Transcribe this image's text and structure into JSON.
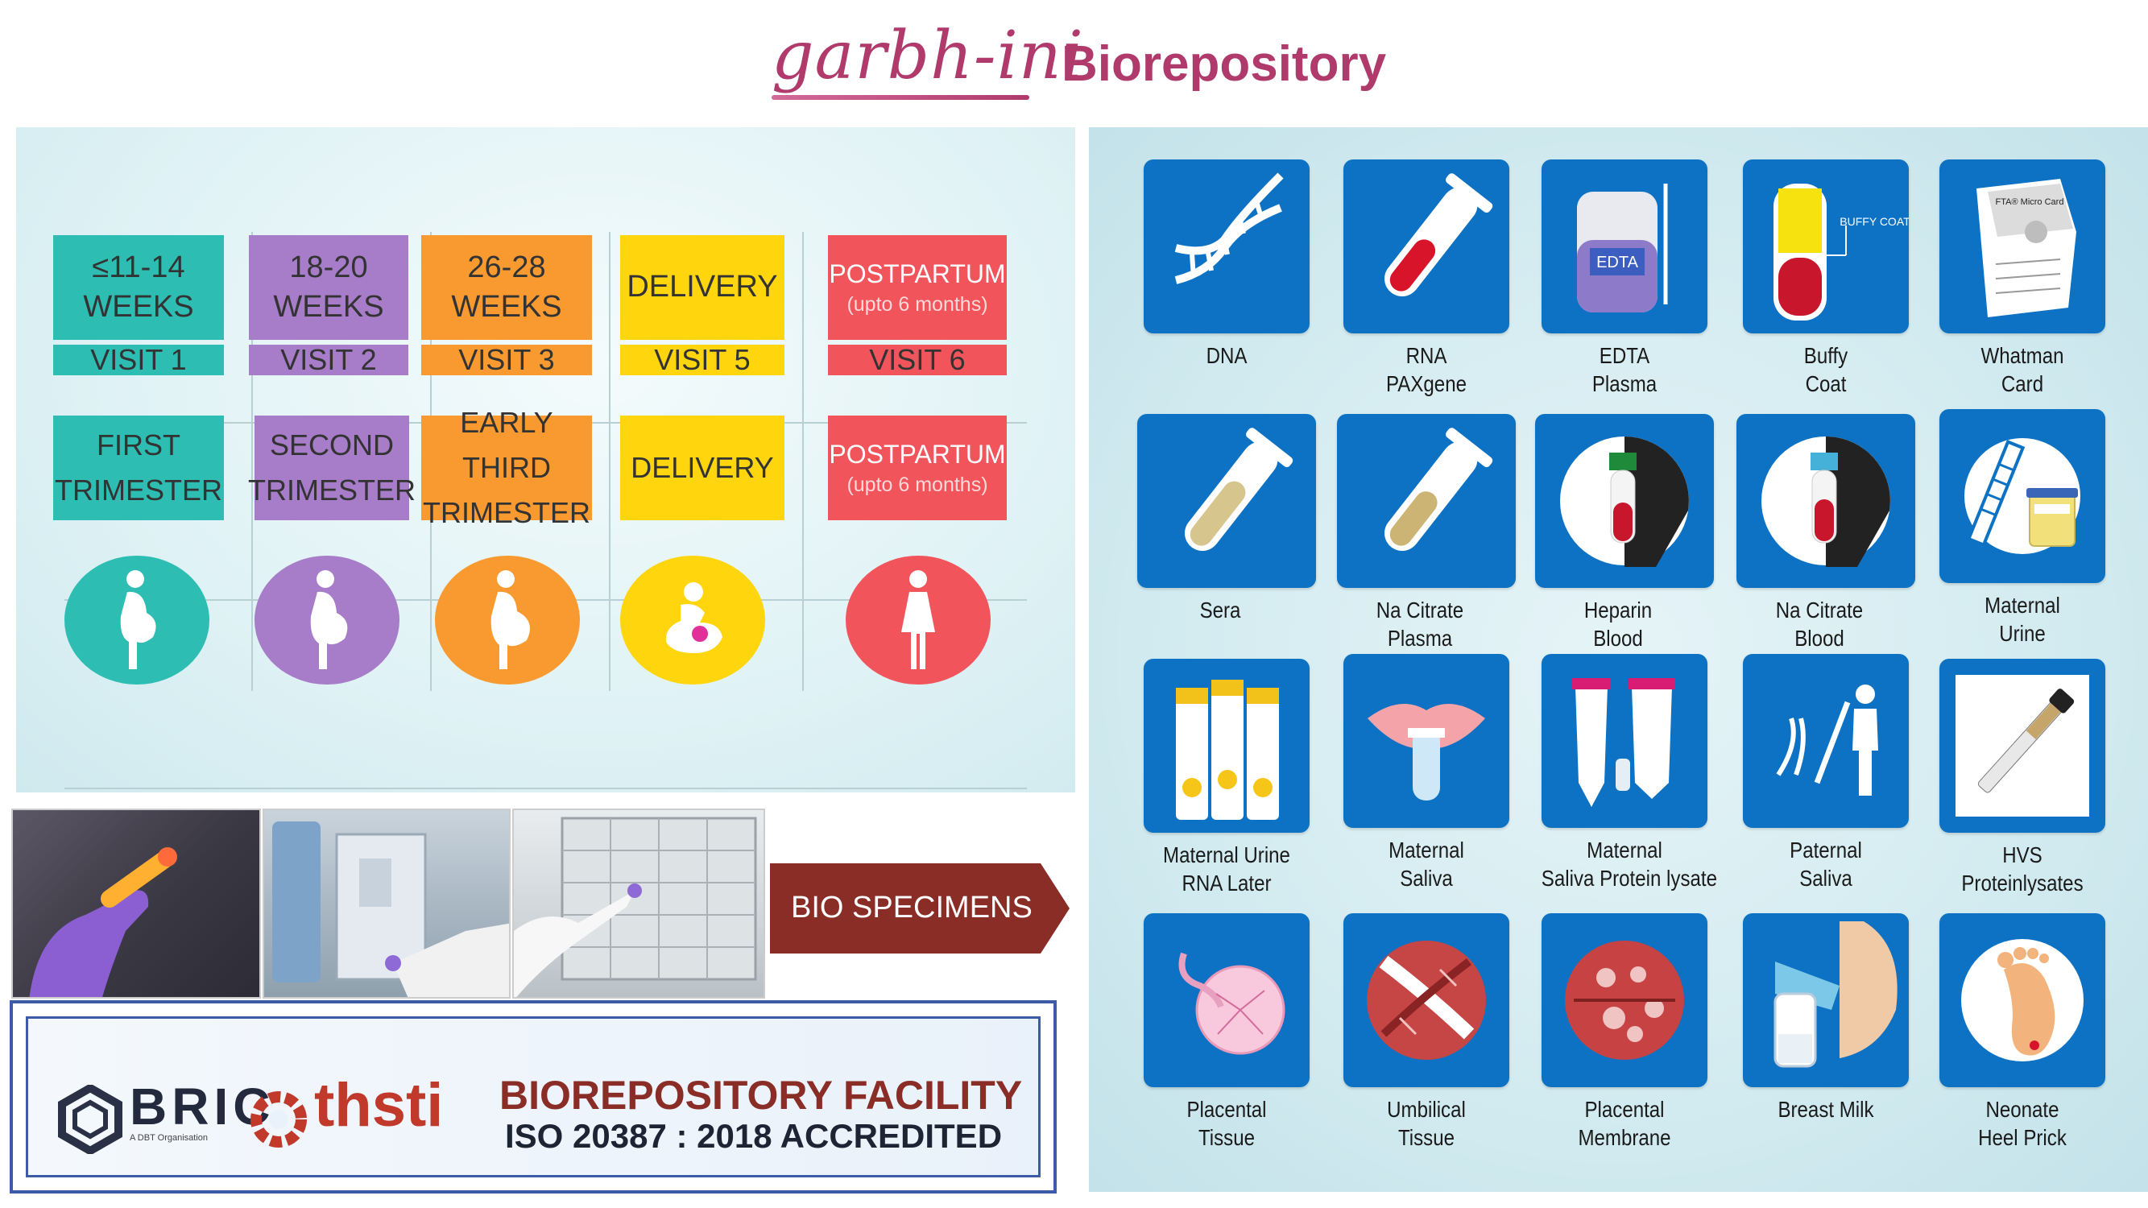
{
  "header": {
    "brand_logo": "garbh-ini",
    "title": "Biorepository"
  },
  "schedule": {
    "visits": [
      {
        "weeks_line1": "≤11-14",
        "weeks_line2": "WEEKS",
        "visit": "VISIT 1",
        "stage_line1": "FIRST",
        "stage_line2": "TRIMESTER",
        "color": "#2dbdb3"
      },
      {
        "weeks_line1": "18-20",
        "weeks_line2": "WEEKS",
        "visit": "VISIT 2",
        "stage_line1": "SECOND",
        "stage_line2": "TRIMESTER",
        "color": "#a77cc8"
      },
      {
        "weeks_line1": "26-28",
        "weeks_line2": "WEEKS",
        "visit": "VISIT 3",
        "stage_line1": "EARLY THIRD",
        "stage_line2": "TRIMESTER",
        "color": "#f89a2f"
      },
      {
        "weeks_line1": "DELIVERY",
        "visit": "VISIT 5",
        "stage_line1": "DELIVERY",
        "color": "#ffd50e"
      },
      {
        "weeks_line1": "POSTPARTUM",
        "weeks_line2": "(upto 6 months)",
        "visit": "VISIT 6",
        "stage_line1": "POSTPARTUM",
        "stage_line2": "(upto 6 months)",
        "color": "#f2545b"
      }
    ],
    "stage_icons": [
      "pregnant-woman-icon",
      "pregnant-woman-icon",
      "pregnant-woman-icon",
      "mother-baby-icon",
      "woman-icon"
    ]
  },
  "arrow_banner": {
    "label": "BIO SPECIMENS"
  },
  "facility": {
    "bric_logo": "BRIC",
    "bric_tagline": "A DBT Organisation",
    "thsti_logo": "thsti",
    "title": "BIOREPOSITORY FACILITY",
    "accreditation": "ISO 20387 : 2018 ACCREDITED"
  },
  "specimens": [
    {
      "label": [
        "DNA"
      ],
      "icon": "dna-icon"
    },
    {
      "label": [
        "RNA",
        "PAXgene"
      ],
      "icon": "test-tube-red-icon"
    },
    {
      "label": [
        "EDTA",
        "Plasma"
      ],
      "icon": "edta-bag-icon",
      "tag": "EDTA"
    },
    {
      "label": [
        "Buffy",
        "Coat"
      ],
      "icon": "buffy-coat-tube-icon",
      "tag": "BUFFY COAT"
    },
    {
      "label": [
        "Whatman",
        "Card"
      ],
      "icon": "whatman-card-icon",
      "tag": "FTA® Micro Card"
    },
    {
      "label": [
        "Sera"
      ],
      "icon": "test-tube-sera-icon"
    },
    {
      "label": [
        "Na Citrate",
        "Plasma"
      ],
      "icon": "test-tube-citrate-icon"
    },
    {
      "label": [
        "Heparin",
        "Blood"
      ],
      "icon": "heparin-tube-icon"
    },
    {
      "label": [
        "Na Citrate",
        "Blood"
      ],
      "icon": "citrate-blood-tube-icon"
    },
    {
      "label": [
        "Maternal",
        "Urine"
      ],
      "icon": "urine-sample-icon"
    },
    {
      "label": [
        "Maternal Urine",
        "RNA Later"
      ],
      "icon": "rna-later-tubes-icon"
    },
    {
      "label": [
        "Maternal",
        "Saliva"
      ],
      "icon": "lips-saliva-icon"
    },
    {
      "label": [
        "Maternal",
        "Saliva Protein lysate"
      ],
      "icon": "centrifuge-tubes-icon"
    },
    {
      "label": [
        "Paternal",
        "Saliva"
      ],
      "icon": "paternal-dna-icon"
    },
    {
      "label": [
        "HVS",
        "Proteinlysates"
      ],
      "icon": "swab-icon"
    },
    {
      "label": [
        "Placental",
        "Tissue"
      ],
      "icon": "placenta-icon"
    },
    {
      "label": [
        "Umbilical",
        "Tissue"
      ],
      "icon": "umbilical-tissue-icon"
    },
    {
      "label": [
        "Placental",
        "Membrane"
      ],
      "icon": "placental-membrane-icon"
    },
    {
      "label": [
        "Breast Milk"
      ],
      "icon": "breast-pump-icon"
    },
    {
      "label": [
        "Neonate",
        "Heel Prick"
      ],
      "icon": "baby-foot-icon"
    }
  ],
  "colors": {
    "brand": "#b03a6c",
    "tile": "#0d72c4",
    "banner": "#8a2d27",
    "facility_border": "#3d5ba7"
  }
}
